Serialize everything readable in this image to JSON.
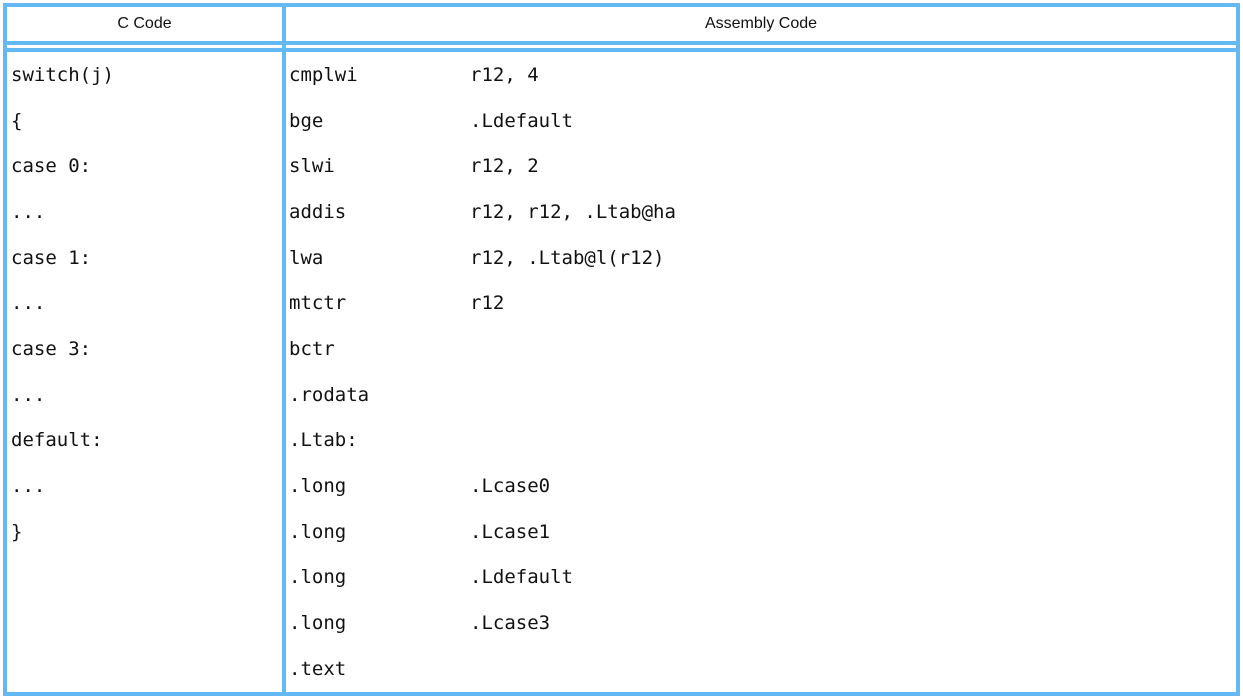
{
  "table": {
    "headers": [
      "C Code",
      "Assembly Code"
    ]
  },
  "c_code": {
    "lines": [
      "switch(j)",
      "{",
      "case 0:",
      "...",
      "case 1:",
      "...",
      "case 3:",
      "...",
      "default:",
      "...",
      "}"
    ]
  },
  "assembly": {
    "lines": [
      {
        "mnemonic": "cmplwi",
        "operands": "r12, 4"
      },
      {
        "mnemonic": "bge",
        "operands": ".Ldefault"
      },
      {
        "mnemonic": "slwi",
        "operands": "r12, 2"
      },
      {
        "mnemonic": "addis",
        "operands": "r12, r12, .Ltab@ha"
      },
      {
        "mnemonic": "lwa",
        "operands": "r12, .Ltab@l(r12)"
      },
      {
        "mnemonic": "mtctr",
        "operands": "r12"
      },
      {
        "mnemonic": "bctr",
        "operands": ""
      },
      {
        "mnemonic": ".rodata",
        "operands": ""
      },
      {
        "mnemonic": ".Ltab:",
        "operands": ""
      },
      {
        "mnemonic": ".long",
        "operands": ".Lcase0"
      },
      {
        "mnemonic": ".long",
        "operands": ".Lcase1"
      },
      {
        "mnemonic": ".long",
        "operands": ".Ldefault"
      },
      {
        "mnemonic": ".long",
        "operands": ".Lcase3"
      },
      {
        "mnemonic": ".text",
        "operands": ""
      }
    ]
  },
  "colors": {
    "border": "#64b9f4",
    "text": "#111111",
    "background": "#ffffff"
  }
}
